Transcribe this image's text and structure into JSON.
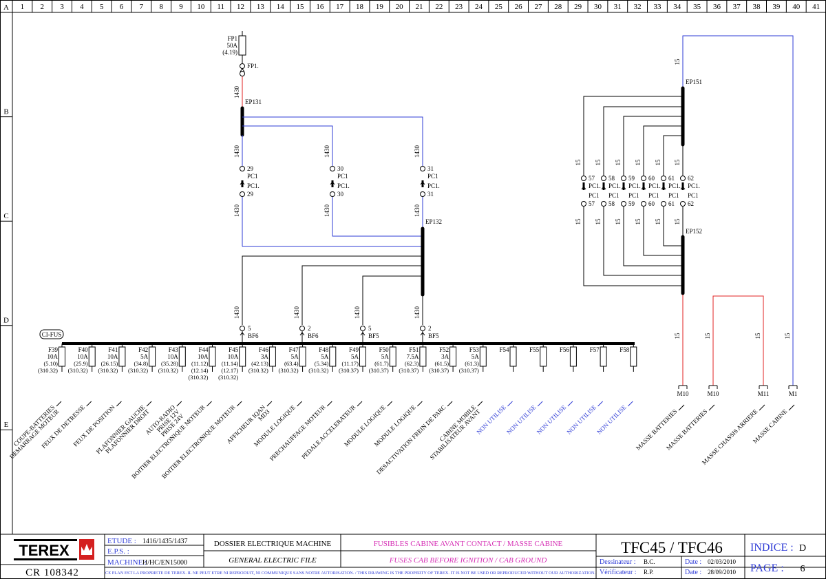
{
  "frame": {
    "columns": [
      "1",
      "2",
      "3",
      "4",
      "5",
      "6",
      "7",
      "8",
      "9",
      "10",
      "11",
      "12",
      "13",
      "14",
      "15",
      "16",
      "17",
      "18",
      "19",
      "20",
      "21",
      "22",
      "23",
      "24",
      "25",
      "26",
      "27",
      "28",
      "29",
      "30",
      "31",
      "32",
      "33",
      "34",
      "35",
      "36",
      "37",
      "38",
      "39",
      "40",
      "41"
    ],
    "rows": [
      "A",
      "B",
      "C",
      "D",
      "E"
    ]
  },
  "main_fuse": {
    "name": "FP1",
    "rating": "50A",
    "ref": "(4.19)",
    "connector": "FP1."
  },
  "bus_labels": {
    "ep131": "EP131",
    "ep132": "EP132",
    "ep151": "EP151",
    "ep152": "EP152",
    "cifus": "CI-FUS"
  },
  "wire_1430": "1430",
  "wire_15": "15",
  "pc_connectors": [
    {
      "id": "29",
      "top": "PC1",
      "mid": "PC1."
    },
    {
      "id": "30",
      "top": "PC1",
      "mid": "PC1."
    },
    {
      "id": "31",
      "top": "PC1",
      "mid": "PC1."
    }
  ],
  "pc_ground_connectors": [
    {
      "id": "57",
      "mid": "PC1.",
      "bot": "PC1"
    },
    {
      "id": "58",
      "mid": "PC1.",
      "bot": "PC1"
    },
    {
      "id": "59",
      "mid": "PC1.",
      "bot": "PC1"
    },
    {
      "id": "60",
      "mid": "PC1.",
      "bot": "PC1"
    },
    {
      "id": "61",
      "mid": "PC1.",
      "bot": "PC1"
    },
    {
      "id": "62",
      "mid": "PC1.",
      "bot": "PC1"
    }
  ],
  "bf_connectors": [
    {
      "pin": "5",
      "name": "BF6"
    },
    {
      "pin": "2",
      "name": "BF6"
    },
    {
      "pin": "5",
      "name": "BF5"
    },
    {
      "pin": "2",
      "name": "BF5"
    }
  ],
  "fuses": [
    {
      "name": "F39",
      "rating": "10A",
      "refs": [
        "(5.10)",
        "(310.32)"
      ]
    },
    {
      "name": "F40",
      "rating": "10A",
      "refs": [
        "(25.9)",
        "(310.32)"
      ]
    },
    {
      "name": "F41",
      "rating": "10A",
      "refs": [
        "(26.15)",
        "(310.32)"
      ]
    },
    {
      "name": "F42",
      "rating": "5A",
      "refs": [
        "(34.8)",
        "(310.32)"
      ]
    },
    {
      "name": "F43",
      "rating": "10A",
      "refs": [
        "(35.28)",
        "(310.32)"
      ]
    },
    {
      "name": "F44",
      "rating": "10A",
      "refs": [
        "(11.12)",
        "(12.14)",
        "(310.32)"
      ]
    },
    {
      "name": "F45",
      "rating": "10A",
      "refs": [
        "(11.14)",
        "(12.17)",
        "(310.32)"
      ]
    },
    {
      "name": "F46",
      "rating": "3A",
      "refs": [
        "(42.13)",
        "(310.32)"
      ]
    },
    {
      "name": "F47",
      "rating": "5A",
      "refs": [
        "(63.4)",
        "(310.32)"
      ]
    },
    {
      "name": "F48",
      "rating": "5A",
      "refs": [
        "(5.34)",
        "(310.32)"
      ]
    },
    {
      "name": "F49",
      "rating": "5A",
      "refs": [
        "(11.17)",
        "(310.37)"
      ]
    },
    {
      "name": "F50",
      "rating": "5A",
      "refs": [
        "(61.7)",
        "(310.37)"
      ]
    },
    {
      "name": "F51",
      "rating": "7.5A",
      "refs": [
        "(62.3)",
        "(310.37)"
      ]
    },
    {
      "name": "F52",
      "rating": "3A",
      "refs": [
        "(61.5)",
        "(310.37)"
      ]
    },
    {
      "name": "F53",
      "rating": "5A",
      "refs": [
        "(61.3)",
        "(310.37)"
      ]
    },
    {
      "name": "F54",
      "rating": "",
      "refs": []
    },
    {
      "name": "F55",
      "rating": "",
      "refs": []
    },
    {
      "name": "F56",
      "rating": "",
      "refs": []
    },
    {
      "name": "F57",
      "rating": "",
      "refs": []
    },
    {
      "name": "F58",
      "rating": "",
      "refs": []
    }
  ],
  "functions": [
    {
      "lines": [
        "COUPE-BATTERIES",
        "DEMARRAGE MOTEUR"
      ],
      "color": "#000000"
    },
    {
      "lines": [
        "FEUX DE DETRESSE"
      ],
      "color": "#000000"
    },
    {
      "lines": [
        "FEUX DE POSITION"
      ],
      "color": "#000000"
    },
    {
      "lines": [
        "PLAFONNIER GAUCHE",
        "PLAFONNIER DROIT"
      ],
      "color": "#000000"
    },
    {
      "lines": [
        "AUTO-RADIO",
        "PRISE 12V",
        "PRISE 24V"
      ],
      "color": "#000000"
    },
    {
      "lines": [
        "BOITIER ELECTRONIQUE MOTEUR"
      ],
      "color": "#000000"
    },
    {
      "lines": [
        "BOITIER ELECTRONIQUE MOTEUR"
      ],
      "color": "#000000"
    },
    {
      "lines": [
        "AFFICHEUR IQAN",
        "MD3"
      ],
      "color": "#000000"
    },
    {
      "lines": [
        "MODULE LOGIQUE"
      ],
      "color": "#000000"
    },
    {
      "lines": [
        "PRECHAUFFAGE MOTEUR"
      ],
      "color": "#000000"
    },
    {
      "lines": [
        "PEDALE ACCELERATEUR"
      ],
      "color": "#000000"
    },
    {
      "lines": [
        "MODULE LOGIQUE"
      ],
      "color": "#000000"
    },
    {
      "lines": [
        "MODULE LOGIQUE"
      ],
      "color": "#000000"
    },
    {
      "lines": [
        "DESACTIVATION FREIN DE PARC"
      ],
      "color": "#000000"
    },
    {
      "lines": [
        "CABINE MOBILE",
        "STABILISATEUR AVANT"
      ],
      "color": "#000000"
    },
    {
      "lines": [
        "NON UTILISE"
      ],
      "color": "#2e3bd6"
    },
    {
      "lines": [
        "NON UTILISE"
      ],
      "color": "#2e3bd6"
    },
    {
      "lines": [
        "NON UTILISE"
      ],
      "color": "#2e3bd6"
    },
    {
      "lines": [
        "NON UTILISE"
      ],
      "color": "#2e3bd6"
    },
    {
      "lines": [
        "NON UTILISE"
      ],
      "color": "#2e3bd6"
    }
  ],
  "grounds": [
    {
      "name": "M10",
      "label": "MASSE BATTERIES",
      "wire_color": "#e02020"
    },
    {
      "name": "M10",
      "label": "MASSE BATTERIES",
      "wire_color": "#e02020"
    },
    {
      "name": "M11",
      "label": "MASSE CHASSIS ARRIERE",
      "wire_color": "#e02020"
    },
    {
      "name": "M1",
      "label": "MASSE CABINE",
      "wire_color": "#2e3bd6"
    }
  ],
  "title_block": {
    "brand": "TEREX",
    "cr": "CR 108342",
    "etude_label": "ETUDE :",
    "etude_value": "1416/1435/1437",
    "eps_label": "E.P.S. :",
    "machine_label": "MACHINE :",
    "machine_value": "H/HC/EN15000",
    "dossier": "DOSSIER ELECTRIQUE MACHINE",
    "dossier_en": "GENERAL ELECTRIC FILE",
    "title_fr": "FUSIBLES CABINE AVANT CONTACT / MASSE CABINE",
    "title_en": "FUSES CAB BEFORE IGNITION / CAB GROUND",
    "model": "TFC45 / TFC46",
    "indice_label": "INDICE :",
    "indice_value": "D",
    "page_label": "PAGE :",
    "page_value": "6",
    "dessinateur_label": "Dessinateur :",
    "dessinateur_value": "B.C.",
    "verificateur_label": "Vérificateur :",
    "verificateur_value": "R.P.",
    "date_label": "Date :",
    "date1": "02/03/2010",
    "date2": "28/09/2010",
    "notice": "CE PLAN EST LA PROPRIETE DE TEREX. IL NE PEUT ETRE NI REPRODUIT, NI COMMUNIQUE SANS NOTRE AUTORISATION. / THIS DRAWING IS THE PROPERTY OF TEREX. IT IS NOT BE USED OR REPRODUCED WITHOUT OUR AUTHORIZATION.",
    "accent_magenta": "#d62fb5"
  }
}
